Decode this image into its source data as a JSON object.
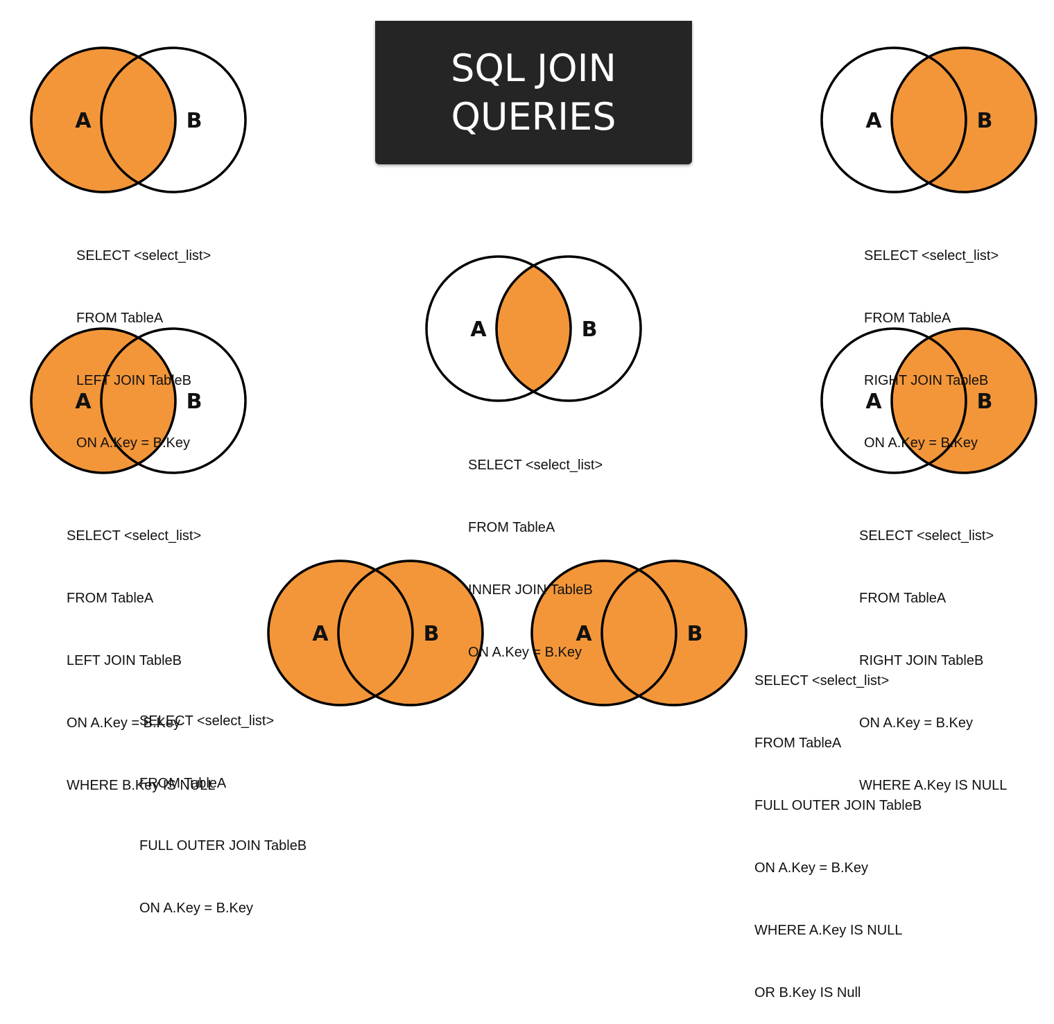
{
  "title": {
    "line1": "SQL JOIN",
    "line2": "QUERIES"
  },
  "colors": {
    "fill": "#F39639",
    "stroke": "#000000",
    "background": "#FFFFFF",
    "title_bg": "#252525"
  },
  "set_labels": {
    "a": "A",
    "b": "B"
  },
  "joins": [
    {
      "id": "left-join",
      "shading": "a-full",
      "sql": [
        "SELECT <select_list>",
        "FROM TableA",
        "LEFT JOIN TableB",
        "ON A.Key = B.Key"
      ]
    },
    {
      "id": "right-join",
      "shading": "b-full",
      "sql": [
        "SELECT <select_list>",
        "FROM TableA",
        "RIGHT JOIN TableB",
        "ON A.Key = B.Key"
      ]
    },
    {
      "id": "inner-join",
      "shading": "intersection",
      "sql": [
        "SELECT <select_list>",
        "FROM TableA",
        "INNER JOIN TableB",
        "ON A.Key = B.Key"
      ]
    },
    {
      "id": "left-anti-join",
      "shading": "a-only",
      "sql": [
        "SELECT <select_list>",
        "FROM TableA",
        "LEFT JOIN TableB",
        "ON A.Key = B.Key",
        "WHERE B.Key IS NULL"
      ]
    },
    {
      "id": "right-anti-join",
      "shading": "b-full",
      "sql": [
        "SELECT <select_list>",
        "FROM TableA",
        "RIGHT JOIN TableB",
        "ON A.Key = B.Key",
        "WHERE A.Key IS NULL"
      ]
    },
    {
      "id": "full-outer-join",
      "shading": "union",
      "sql": [
        "SELECT <select_list>",
        "FROM TableA",
        "FULL OUTER JOIN TableB",
        "ON A.Key = B.Key"
      ]
    },
    {
      "id": "full-outer-anti-join",
      "shading": "symmetric-difference",
      "sql": [
        "SELECT <select_list>",
        "FROM TableA",
        "FULL OUTER JOIN TableB",
        "ON A.Key = B.Key",
        "WHERE A.Key IS NULL",
        "OR B.Key IS Null"
      ]
    }
  ]
}
